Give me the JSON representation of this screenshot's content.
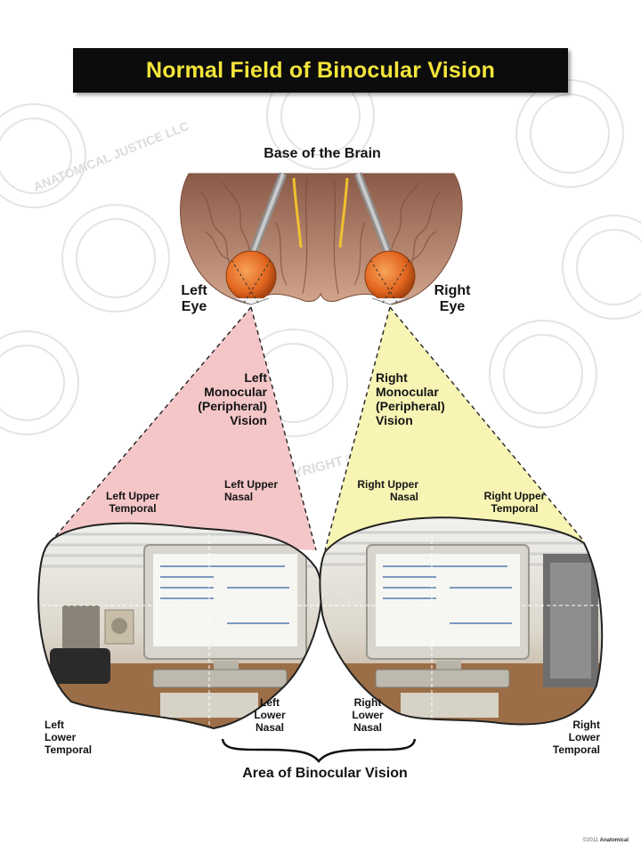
{
  "title": "Normal Field of Binocular Vision",
  "watermark": {
    "line1": "ANATOMICAL JUSTICE LLC",
    "line2": "COPYRIGHT © PROTECTED"
  },
  "labels": {
    "base_of_brain": "Base of the Brain",
    "left_eye": [
      "Left",
      "Eye"
    ],
    "right_eye": [
      "Right",
      "Eye"
    ],
    "left_monocular": [
      "Left",
      "Monocular",
      "(Peripheral)",
      "Vision"
    ],
    "right_monocular": [
      "Right",
      "Monocular",
      "(Peripheral)",
      "Vision"
    ],
    "left_upper_temporal": [
      "Left Upper",
      "Temporal"
    ],
    "left_upper_nasal": [
      "Left Upper",
      "Nasal"
    ],
    "right_upper_nasal": [
      "Right Upper",
      "Nasal"
    ],
    "right_upper_temporal": [
      "Right Upper",
      "Temporal"
    ],
    "left_lower_temporal": [
      "Left",
      "Lower",
      "Temporal"
    ],
    "left_lower_nasal": [
      "Left",
      "Lower",
      "Nasal"
    ],
    "right_lower_nasal": [
      "Right",
      "Lower",
      "Nasal"
    ],
    "right_lower_temporal": [
      "Right",
      "Lower",
      "Temporal"
    ],
    "binocular_area": "Area of Binocular Vision"
  },
  "footer": {
    "year": "©2011",
    "brand": "Anatomical"
  },
  "colors": {
    "left_field": "#f4c6c8",
    "right_field": "#f8f4b4",
    "title_text": "#f3e53a",
    "title_bg": "#0c0c0c",
    "brain": "#b98a72",
    "nerve": "#9a9a9a",
    "eye": "#e8762e"
  }
}
